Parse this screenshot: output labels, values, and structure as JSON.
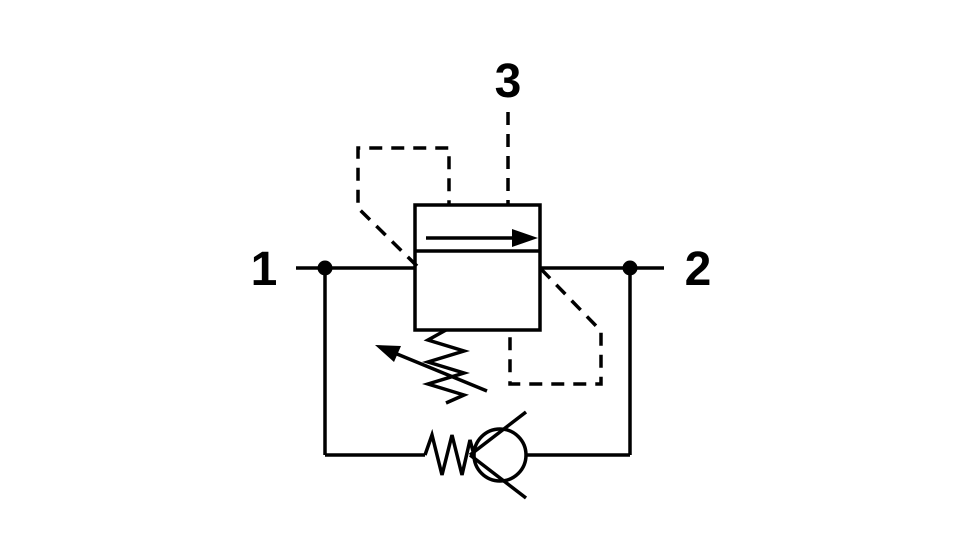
{
  "colors": {
    "line": "#000000",
    "background": "#ffffff"
  },
  "ports": {
    "port1": {
      "label": "1"
    },
    "port2": {
      "label": "2"
    },
    "port3": {
      "label": "3"
    }
  },
  "components": {
    "main_valve": "pressure-control-valve-body",
    "flow_path": "right-arrow-flow-path",
    "pilot_left": "dashed-pilot-line-to-valve-top",
    "pilot_right": "dashed-pilot-line-to-valve-bottom",
    "pilot_port3": "dashed-remote-pilot-line",
    "spring": "adjustable-spring",
    "check_valve": "spring-loaded-check-valve"
  }
}
